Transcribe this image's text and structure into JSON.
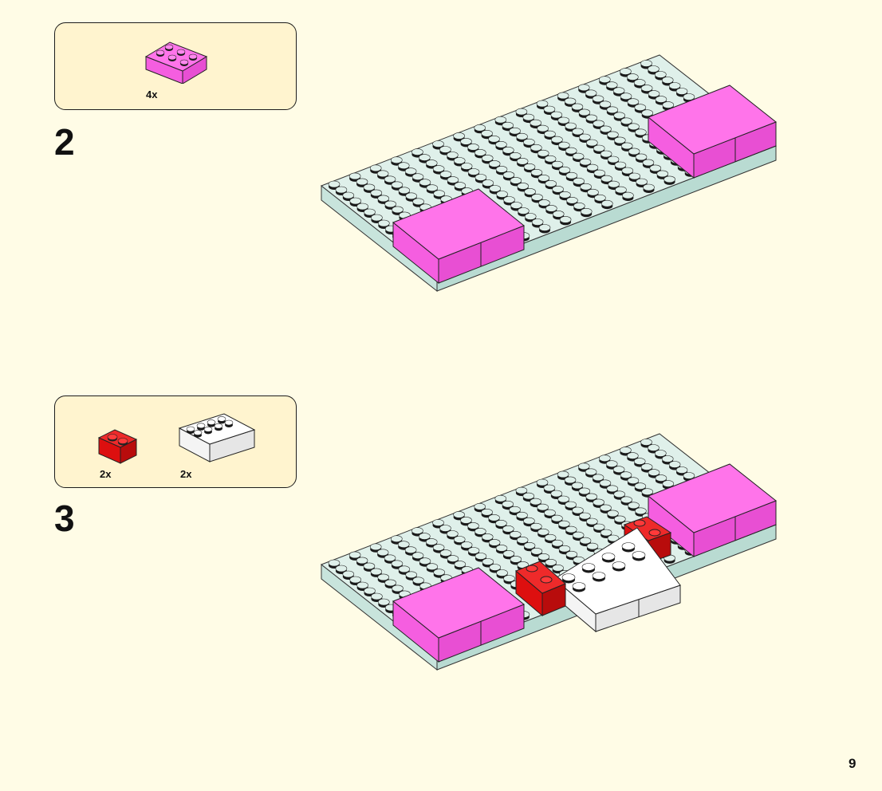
{
  "colors": {
    "background": "#fffce6",
    "parts_box": "#fff4cf",
    "baseplate": "#dff0ea",
    "pink": "#f55ee0",
    "red": "#dd0f0f",
    "white": "#ffffff"
  },
  "steps": [
    {
      "number": "2",
      "parts": [
        {
          "color": "pink",
          "brick": "2x3",
          "qty": "4x"
        }
      ]
    },
    {
      "number": "3",
      "parts": [
        {
          "color": "red",
          "brick": "1x2",
          "qty": "2x"
        },
        {
          "color": "white",
          "brick": "2x4",
          "qty": "2x"
        }
      ]
    }
  ],
  "page_number": "9"
}
